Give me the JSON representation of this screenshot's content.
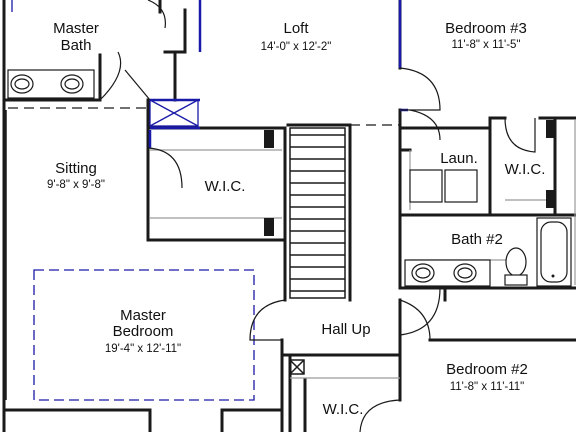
{
  "rooms": {
    "master_bath": {
      "name_line1": "Master",
      "name_line2": "Bath"
    },
    "loft": {
      "name": "Loft",
      "dims": "14'-0\" x 12'-2\""
    },
    "bedroom3": {
      "name": "Bedroom #3",
      "dims": "11'-8\" x 11'-5\""
    },
    "sitting": {
      "name": "Sitting",
      "dims": "9'-8\" x 9'-8\""
    },
    "wic_master": {
      "name": "W.I.C."
    },
    "laundry": {
      "name": "Laun."
    },
    "wic_bed3": {
      "name": "W.I.C."
    },
    "bath2": {
      "name": "Bath #2"
    },
    "master_bedroom": {
      "name_line1": "Master",
      "name_line2": "Bedroom",
      "dims": "19'-4\" x 12'-11\""
    },
    "hall": {
      "name": "Hall Up"
    },
    "bedroom2": {
      "name": "Bedroom #2",
      "dims": "11'-8\" x 11'-11\""
    },
    "wic_bed2": {
      "name": "W.I.C."
    }
  },
  "colors": {
    "wall": "#1a1a1a",
    "accent_blue": "#1a1aa8"
  },
  "icons": [
    "sink-icon",
    "toilet-icon",
    "bathtub-icon",
    "washer-icon",
    "dryer-icon",
    "stairs-icon"
  ]
}
